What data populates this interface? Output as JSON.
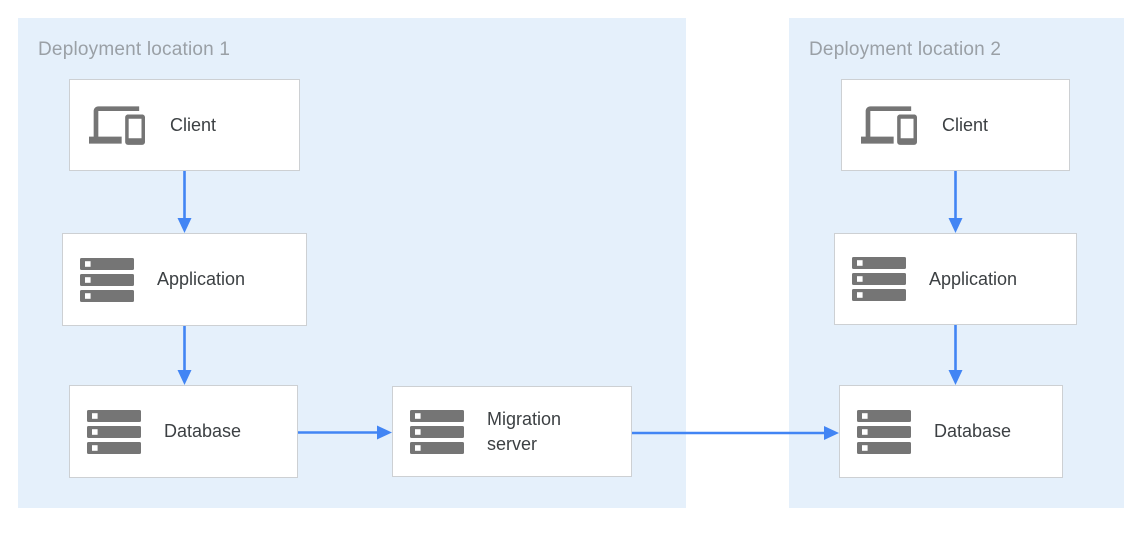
{
  "diagram": {
    "regions": [
      {
        "id": "region-1",
        "label": "Deployment location 1"
      },
      {
        "id": "region-2",
        "label": "Deployment location 2"
      }
    ],
    "nodes": [
      {
        "id": "client1",
        "label": "Client",
        "icon": "devices-icon"
      },
      {
        "id": "app1",
        "label": "Application",
        "icon": "server-stack-icon"
      },
      {
        "id": "db1",
        "label": "Database",
        "icon": "server-stack-icon"
      },
      {
        "id": "migration",
        "label": "Migration server",
        "icon": "server-stack-icon"
      },
      {
        "id": "client2",
        "label": "Client",
        "icon": "devices-icon"
      },
      {
        "id": "app2",
        "label": "Application",
        "icon": "server-stack-icon"
      },
      {
        "id": "db2",
        "label": "Database",
        "icon": "server-stack-icon"
      }
    ],
    "edges": [
      {
        "from": "client1",
        "to": "app1"
      },
      {
        "from": "app1",
        "to": "db1"
      },
      {
        "from": "db1",
        "to": "migration"
      },
      {
        "from": "migration",
        "to": "db2"
      },
      {
        "from": "client2",
        "to": "app2"
      },
      {
        "from": "app2",
        "to": "db2"
      }
    ],
    "colors": {
      "region_fill": "#E5F0FB",
      "arrow_blue": "#4285F4",
      "box_border": "#CDD0D3",
      "icon_gray": "#757575",
      "region_label_gray": "#9AA0A6",
      "node_text": "#3C4043"
    }
  }
}
